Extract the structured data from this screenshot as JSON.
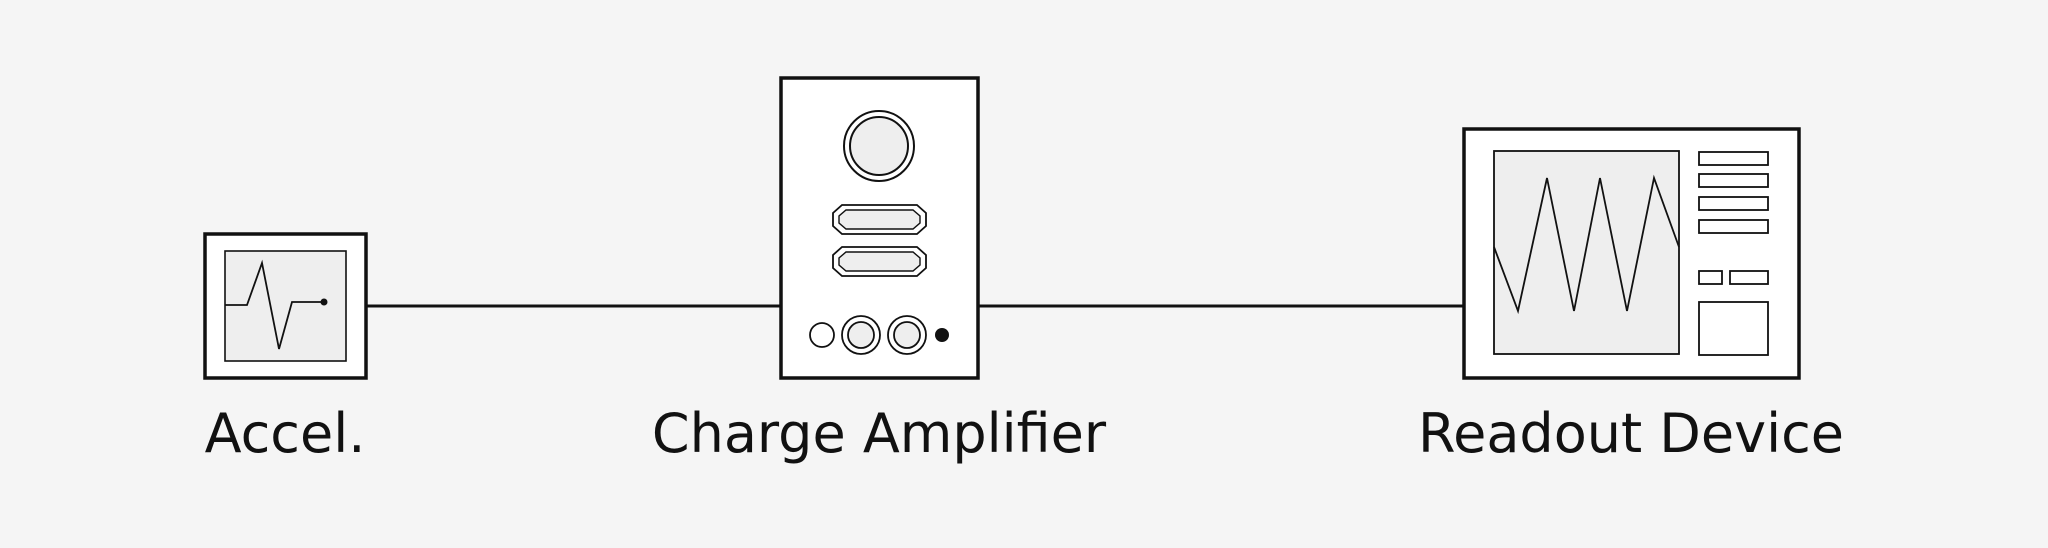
{
  "labels": {
    "accelerometer": "Accel.",
    "charge_amplifier": "Charge Amplifier",
    "readout_device": "Readout Device"
  },
  "colors": {
    "background": "#f5f5f5",
    "stroke": "#111111",
    "panel_fill": "#ffffff",
    "screen_fill": "#eeeeee"
  }
}
